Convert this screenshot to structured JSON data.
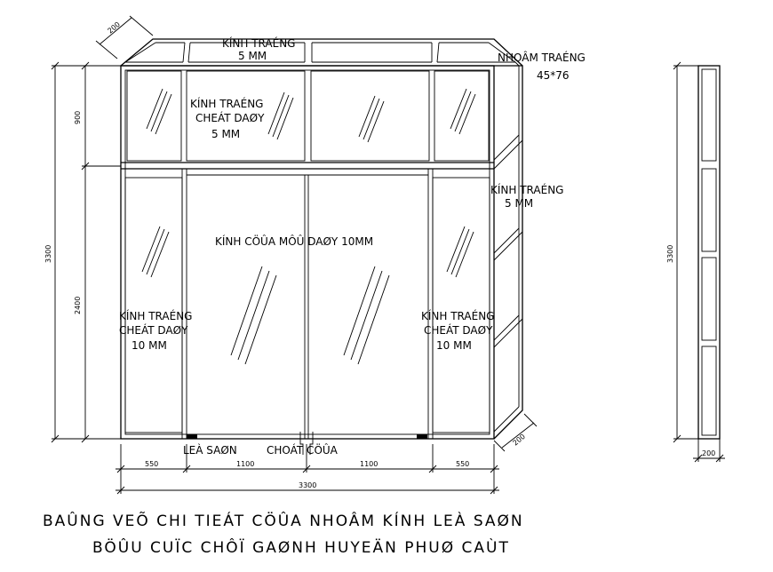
{
  "labels": {
    "top_glass_line1": "KÍNH TRAÉNG",
    "top_glass_line2": "5 MM",
    "frame_line1": "NHOÂM TRAÉNG",
    "frame_line2": "45*76",
    "transom_line1": "KÍNH TRAÉNG",
    "transom_line2": "CHEÁT DAØY",
    "transom_line3": "5 MM",
    "side_glass_line1": "KÍNH TRAÉNG",
    "side_glass_line2": "5 MM",
    "door_glass": "KÍNH CÖÛA MÔÛ DAØY 10MM",
    "left_panel_line1": "KÍNH TRAÉNG",
    "left_panel_line2": "CHEÁT DAØY",
    "left_panel_line3": "10 MM",
    "right_panel_line1": "KÍNH TRAÉNG",
    "right_panel_line2": "CHEÁT DAØY",
    "right_panel_line3": "10 MM",
    "floor_hinge": "LEÀ SAØN",
    "door_lock": "CHOÁT CÖÛA"
  },
  "dimensions": {
    "depth_top": "200",
    "height_top": "900",
    "height_total": "3300",
    "height_bottom": "2400",
    "width_left": "550",
    "width_door_left": "1100",
    "width_door_right": "1100",
    "width_right": "550",
    "width_total": "3300",
    "depth_bottom": "200",
    "side_height": "3300",
    "side_depth": "200"
  },
  "title": {
    "line1": "BAÛNG VEÕ CHI TIEÁT CÖÛA NHOÂM KÍNH LEÀ SAØN",
    "line2": "BÖÛU CUÏC CHÔÏ GAØNH HUYEÄN PHUØ CAÙT"
  }
}
